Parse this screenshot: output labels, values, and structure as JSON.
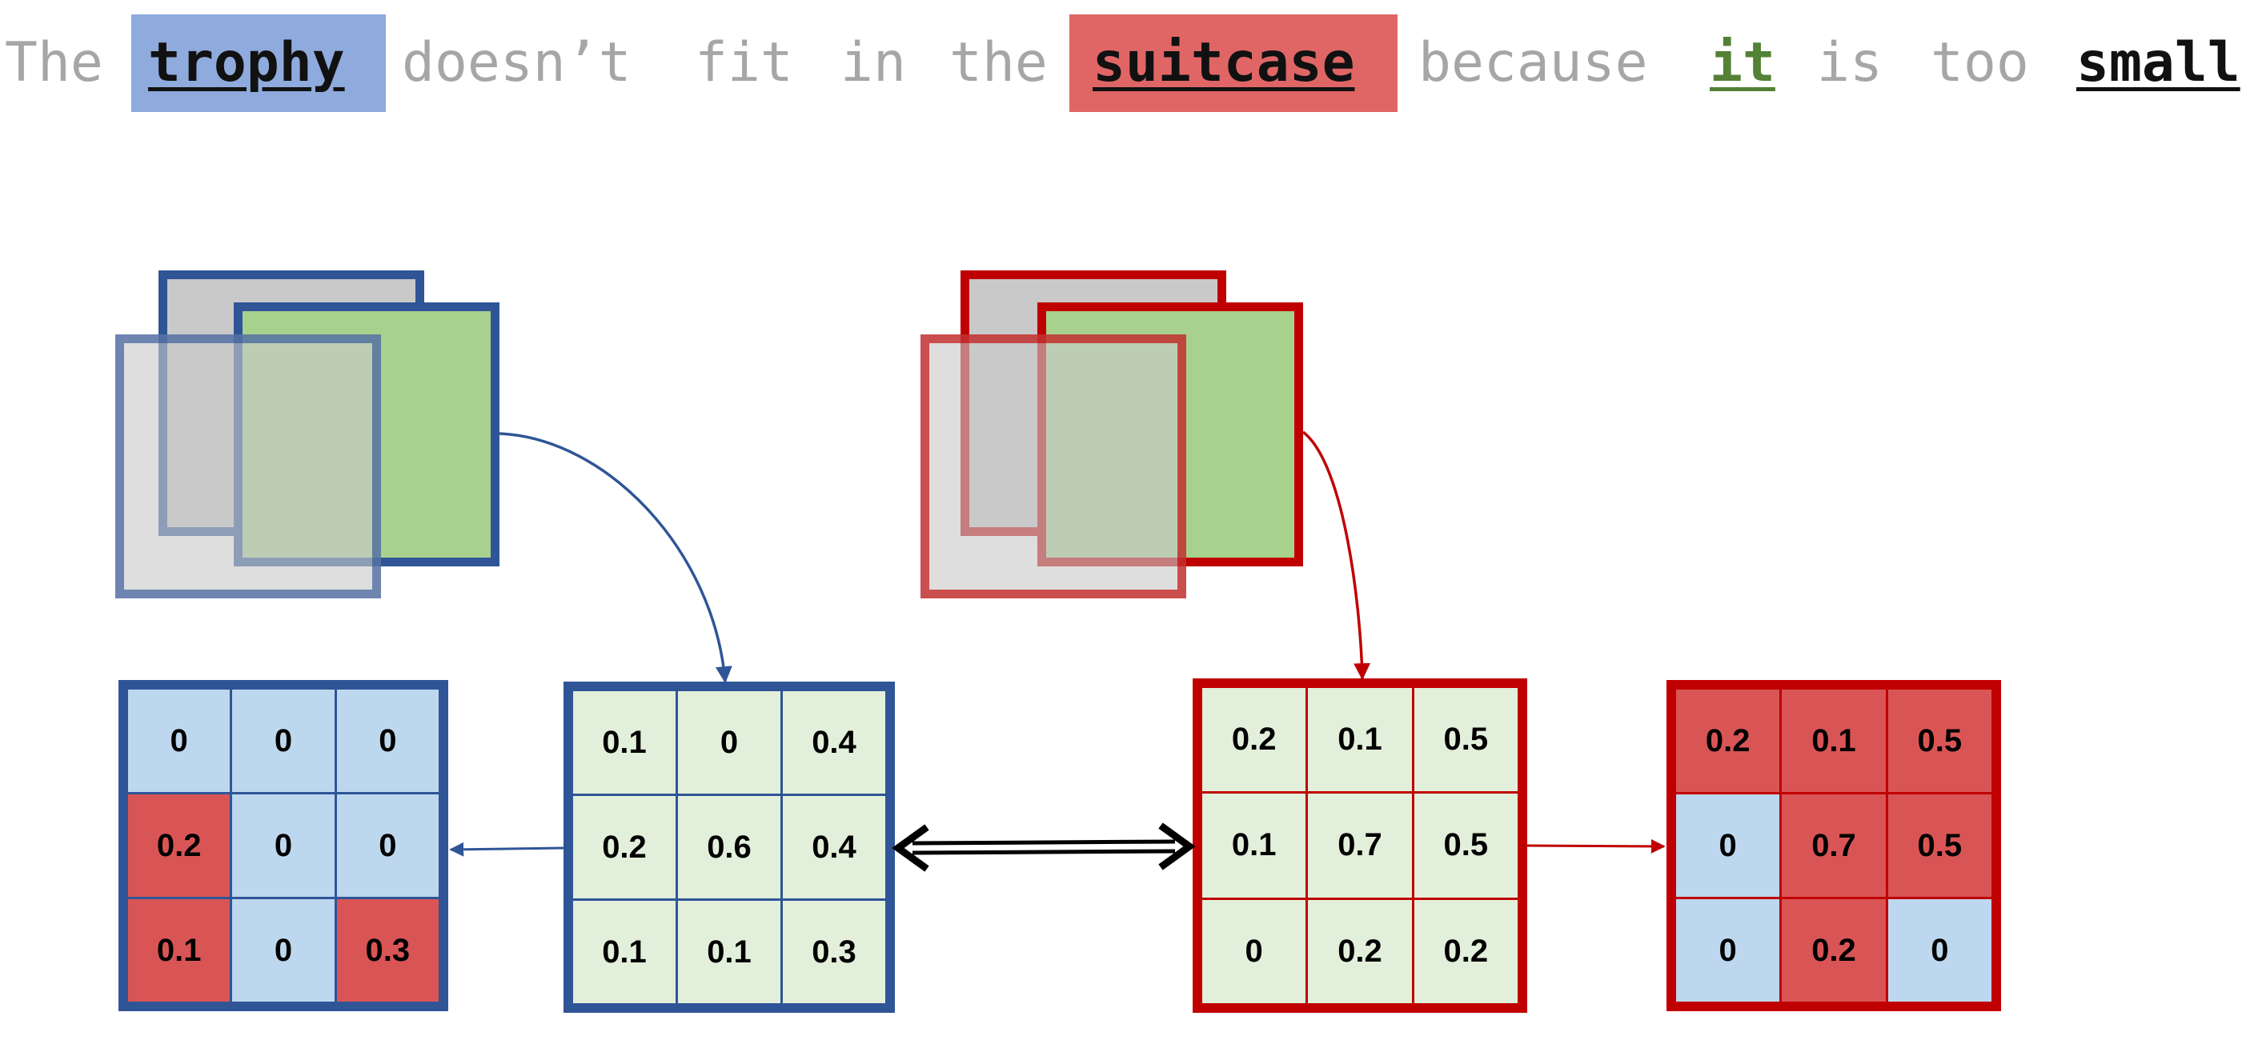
{
  "sentence": {
    "w1": "The",
    "w2": "trophy",
    "w3": "doesn’t",
    "w4": "fit",
    "w5": "in",
    "w6": "the",
    "w7": "suitcase",
    "w8": "because",
    "w9": "it",
    "w10": "is",
    "w11": "too",
    "w12": "small"
  },
  "matrices": {
    "trophy_mask": [
      [
        "0",
        "0",
        "0"
      ],
      [
        "0.2",
        "0",
        "0"
      ],
      [
        "0.1",
        "0",
        "0.3"
      ]
    ],
    "trophy_attention": [
      [
        "0.1",
        "0",
        "0.4"
      ],
      [
        "0.2",
        "0.6",
        "0.4"
      ],
      [
        "0.1",
        "0.1",
        "0.3"
      ]
    ],
    "suitcase_attention": [
      [
        "0.2",
        "0.1",
        "0.5"
      ],
      [
        "0.1",
        "0.7",
        "0.5"
      ],
      [
        "0",
        "0.2",
        "0.2"
      ]
    ],
    "suitcase_mask": [
      [
        "0.2",
        "0.1",
        "0.5"
      ],
      [
        "0",
        "0.7",
        "0.5"
      ],
      [
        "0",
        "0.2",
        "0"
      ]
    ]
  },
  "colors": {
    "blue": "#2f5597",
    "red": "#c00000",
    "light_blue": "#bdd7ee",
    "light_green": "#e2efda",
    "mask_red": "#d95555",
    "green_layer": "#a9d18e",
    "gray_layer": "#c9c9c9"
  }
}
